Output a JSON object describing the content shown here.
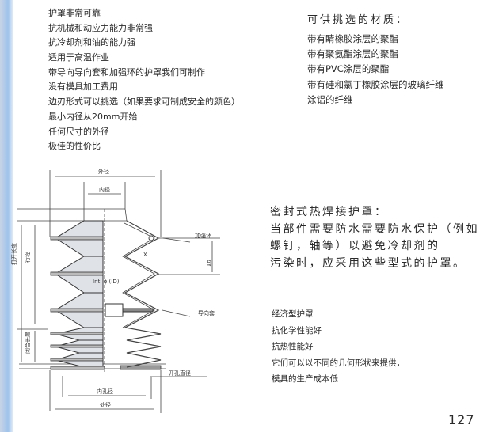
{
  "features": [
    "护罩非常可靠",
    "抗机械和动应力能力非常强",
    "抗冷却剂和油的能力强",
    "适用于高温作业",
    "带导向导向套和加强环的护罩我们可制作",
    "没有模具加工费用",
    "边刃形式可以挑选（如果要求可制成安全的颜色）",
    "最小内径从20mm开始",
    "任何尺寸的外径",
    "极佳的性价比"
  ],
  "materials": {
    "title": "可供挑选的材质：",
    "items": [
      "带有睛橡胶涂层的聚酯",
      "带有聚氨酯涂层的聚酯",
      "带有PVC涂层的聚酯",
      "带有硅和氯丁橡胶涂层的玻璃纤维",
      "涂铝的纤维"
    ]
  },
  "sealed": {
    "lines": [
      "密封式热焊接护罩：",
      "当部件需要防水需要防水保护（例如",
      "螺钉，轴等）以避免冷却剂的",
      "污染时，应采用这些型式的护罩。"
    ]
  },
  "economy": [
    "经济型护罩",
    "抗化学性能好",
    "抗热性能好",
    "它们可以以不同的几何形状来提供，",
    "模具的生产成本低"
  ],
  "diagram": {
    "outer_dia": "外径",
    "inner_dia": "内径",
    "reinforce_ring": "加强环",
    "x": "X",
    "delta": "ΔY",
    "int_id": "Int. ϕ (ID)",
    "guide": "导向套",
    "open_len": "打开长度",
    "stroke": "行程",
    "closed_len": "闭合长度",
    "hole_dia": "开孔直径",
    "inner_hole": "内孔径",
    "outer_edge": "处径"
  },
  "page_number": "127"
}
